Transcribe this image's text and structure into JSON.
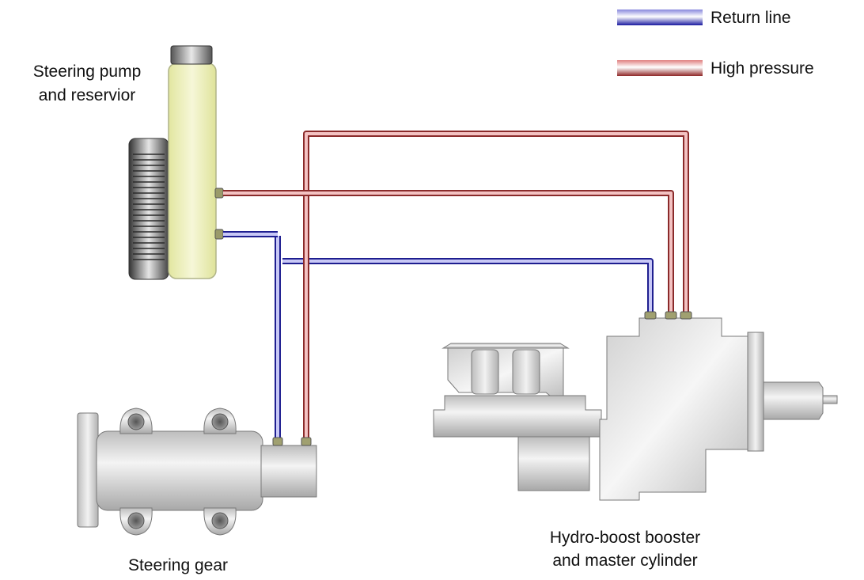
{
  "legend": {
    "return_label": "Return line",
    "pressure_label": "High pressure"
  },
  "labels": {
    "pump_line1": "Steering pump",
    "pump_line2": "and reservior",
    "gear": "Steering gear",
    "booster_line1": "Hydro-boost booster",
    "booster_line2": "and master cylinder"
  },
  "colors": {
    "return_line": "#2a2aa8",
    "high_pressure": "#b04a4a",
    "reservoir": "#eef0b8",
    "metal": "#c8c8c8"
  }
}
